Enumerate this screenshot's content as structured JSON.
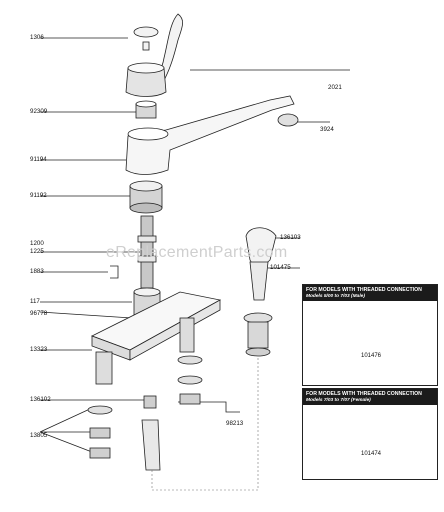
{
  "watermark": "eReplacementParts.com",
  "parts": {
    "p1306": "1306",
    "p2021": "2021",
    "p92309": "92309",
    "p3924": "3924",
    "p91194": "91194",
    "p91192": "91192",
    "p1200": "1200",
    "p1225": "1225",
    "p136103": "136103",
    "p1883": "1883",
    "p101475": "101475",
    "p117": "117",
    "p96778": "96778",
    "p13323": "13323",
    "p136102": "136102",
    "p13805": "13805",
    "p98213": "98213"
  },
  "boxes": {
    "male": {
      "heading": "FOR MODELS WITH THREADED CONNECTION",
      "subheading": "Models 5/00 to 7/03 (Male)",
      "part": "101476"
    },
    "female": {
      "heading": "FOR MODELS WITH THREADED CONNECTION",
      "subheading": "Models 7/03 to 7/07 (Female)",
      "part": "101474"
    }
  }
}
